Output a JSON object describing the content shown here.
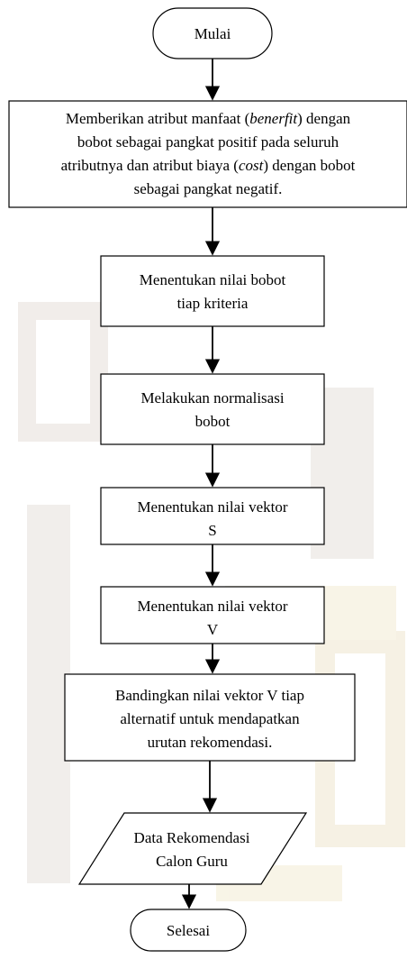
{
  "flowchart": {
    "start": "Mulai",
    "step1": {
      "line1_a": "Memberikan atribut manfaat (",
      "line1_em": "benerfit",
      "line1_b": ") dengan",
      "line2": "bobot sebagai pangkat positif pada seluruh",
      "line3_a": "atributnya dan atribut biaya (",
      "line3_em": "cost",
      "line3_b": ") dengan bobot",
      "line4": "sebagai pangkat negatif."
    },
    "step2": {
      "line1": "Menentukan nilai bobot",
      "line2": "tiap kriteria"
    },
    "step3": {
      "line1": "Melakukan normalisasi",
      "line2": "bobot"
    },
    "step4": {
      "line1": "Menentukan nilai vektor",
      "line2": "S"
    },
    "step5": {
      "line1": "Menentukan nilai vektor",
      "line2": "V"
    },
    "step6": {
      "line1": "Bandingkan nilai vektor V tiap",
      "line2": "alternatif untuk mendapatkan",
      "line3": "urutan rekomendasi."
    },
    "output": {
      "line1": "Data Rekomendasi",
      "line2": "Calon Guru"
    },
    "end": "Selesai"
  },
  "colors": {
    "stroke": "#000000",
    "fill": "#ffffff",
    "watermark": "#eae3d6",
    "watermark_gold": "#f3ecd2"
  }
}
